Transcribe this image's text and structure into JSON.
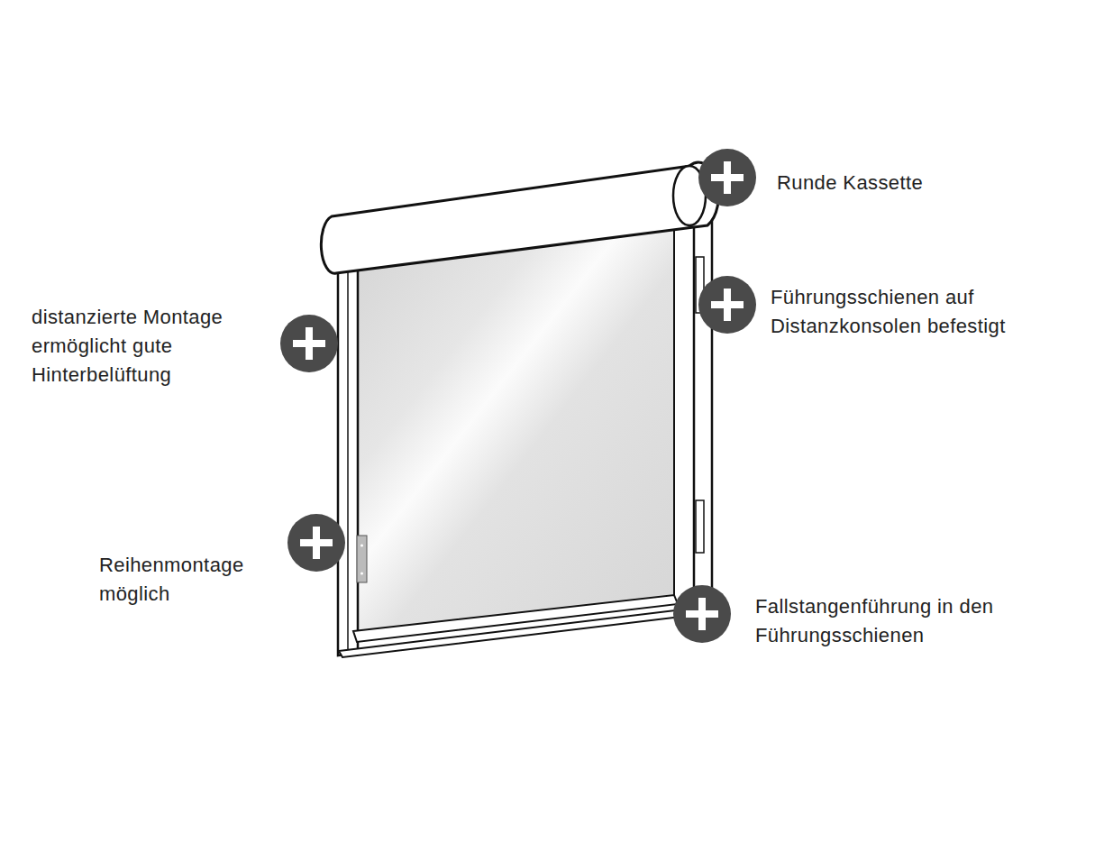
{
  "diagram": {
    "labels": [
      "Runde Kassette",
      "Führungsschienen auf Distanzkonsolen befestigt",
      "distanzierte Montage ermöglicht gute Hinterbelüftung",
      "Reihenmontage möglich",
      "Fallstangenführung in den Führungsschienen"
    ]
  }
}
